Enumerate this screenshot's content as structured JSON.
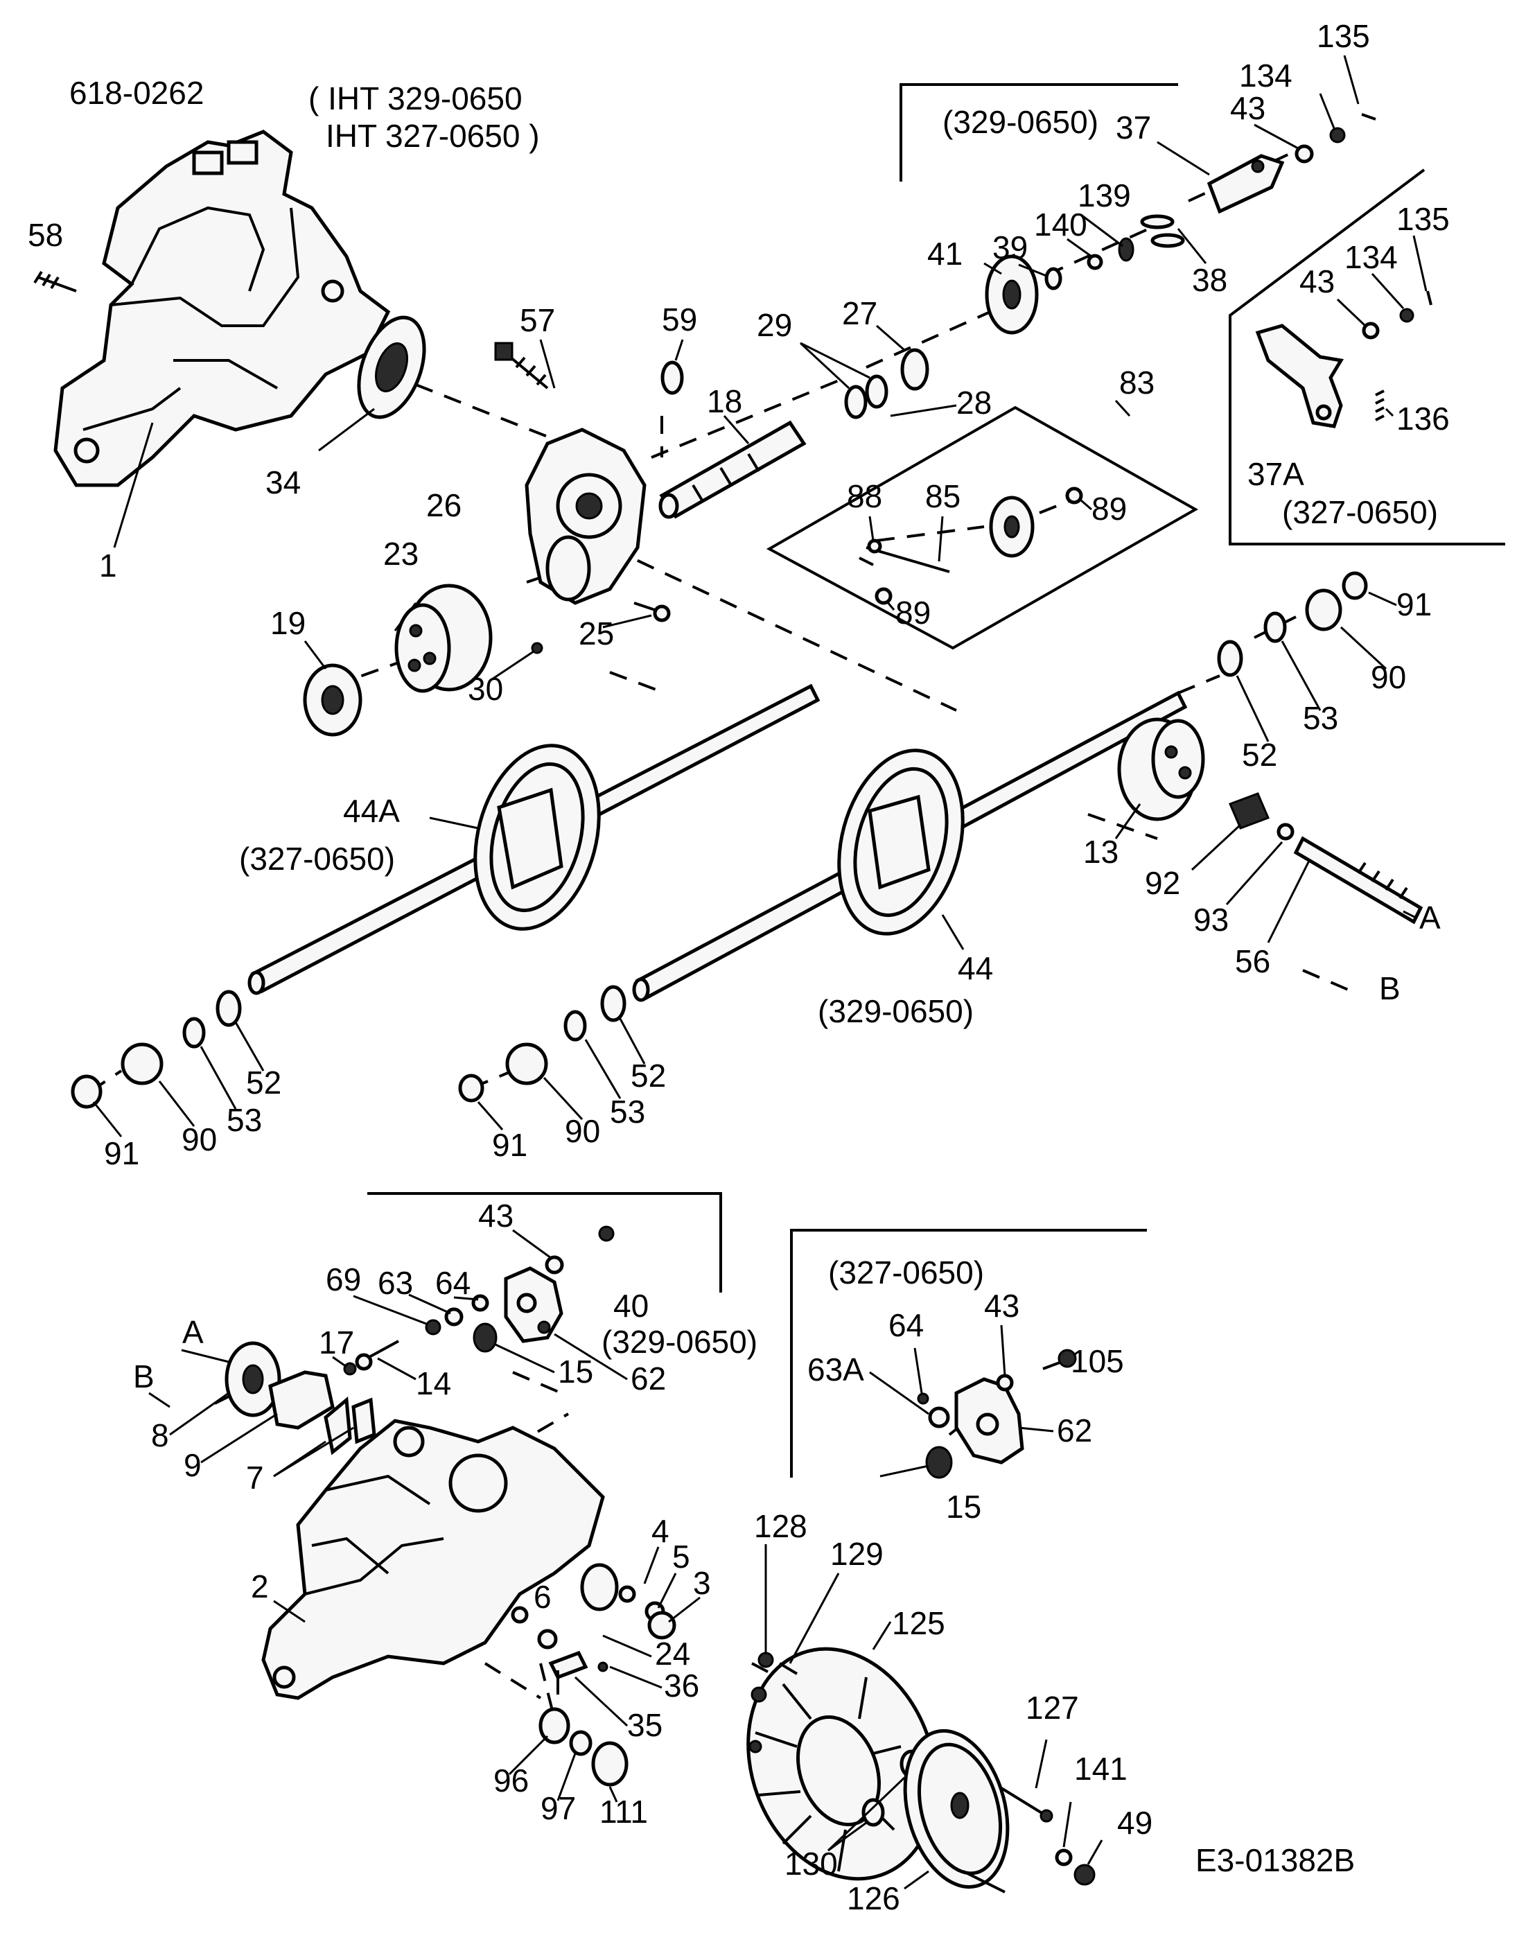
{
  "header": {
    "model": "618-0262",
    "variants": [
      "( IHT 329-0650",
      "IHT 327-0650 )"
    ],
    "figure_code": "E3-01382B"
  },
  "variant_labels": {
    "top_box": "(329-0650)",
    "right_box": "(327-0650)",
    "axle_a": "(327-0650)",
    "axle_b": "(329-0650)",
    "lower_box": "(329-0650)",
    "lower_right_box": "(327-0650)"
  },
  "parts": [
    {
      "id": "p618",
      "label": "1"
    },
    {
      "id": "p2",
      "label": "2"
    },
    {
      "id": "p3",
      "label": "3"
    },
    {
      "id": "p4",
      "label": "4"
    },
    {
      "id": "p5",
      "label": "5"
    },
    {
      "id": "p6",
      "label": "6"
    },
    {
      "id": "p7",
      "label": "7"
    },
    {
      "id": "p8",
      "label": "8"
    },
    {
      "id": "p9",
      "label": "9"
    },
    {
      "id": "p13",
      "label": "13"
    },
    {
      "id": "p14",
      "label": "14"
    },
    {
      "id": "p15a",
      "label": "15"
    },
    {
      "id": "p15b",
      "label": "15"
    },
    {
      "id": "p17",
      "label": "17"
    },
    {
      "id": "p18",
      "label": "18"
    },
    {
      "id": "p19",
      "label": "19"
    },
    {
      "id": "p23",
      "label": "23"
    },
    {
      "id": "p24",
      "label": "24"
    },
    {
      "id": "p25",
      "label": "25"
    },
    {
      "id": "p26",
      "label": "26"
    },
    {
      "id": "p27",
      "label": "27"
    },
    {
      "id": "p28",
      "label": "28"
    },
    {
      "id": "p29",
      "label": "29"
    },
    {
      "id": "p30",
      "label": "30"
    },
    {
      "id": "p34",
      "label": "34"
    },
    {
      "id": "p35",
      "label": "35"
    },
    {
      "id": "p36",
      "label": "36"
    },
    {
      "id": "p37",
      "label": "37"
    },
    {
      "id": "p37a",
      "label": "37A"
    },
    {
      "id": "p38",
      "label": "38"
    },
    {
      "id": "p39",
      "label": "39"
    },
    {
      "id": "p40",
      "label": "40"
    },
    {
      "id": "p41",
      "label": "41"
    },
    {
      "id": "p43a",
      "label": "43"
    },
    {
      "id": "p43b",
      "label": "43"
    },
    {
      "id": "p43c",
      "label": "43"
    },
    {
      "id": "p43d",
      "label": "43"
    },
    {
      "id": "p44",
      "label": "44"
    },
    {
      "id": "p44a",
      "label": "44A"
    },
    {
      "id": "p49",
      "label": "49"
    },
    {
      "id": "p52a",
      "label": "52"
    },
    {
      "id": "p52b",
      "label": "52"
    },
    {
      "id": "p52c",
      "label": "52"
    },
    {
      "id": "p53a",
      "label": "53"
    },
    {
      "id": "p53b",
      "label": "53"
    },
    {
      "id": "p53c",
      "label": "53"
    },
    {
      "id": "p56",
      "label": "56"
    },
    {
      "id": "p57",
      "label": "57"
    },
    {
      "id": "p58",
      "label": "58"
    },
    {
      "id": "p59",
      "label": "59"
    },
    {
      "id": "p62a",
      "label": "62"
    },
    {
      "id": "p62b",
      "label": "62"
    },
    {
      "id": "p63",
      "label": "63"
    },
    {
      "id": "p63a",
      "label": "63A"
    },
    {
      "id": "p64a",
      "label": "64"
    },
    {
      "id": "p64b",
      "label": "64"
    },
    {
      "id": "p69",
      "label": "69"
    },
    {
      "id": "p83",
      "label": "83"
    },
    {
      "id": "p85",
      "label": "85"
    },
    {
      "id": "p88",
      "label": "88"
    },
    {
      "id": "p89a",
      "label": "89"
    },
    {
      "id": "p89b",
      "label": "89"
    },
    {
      "id": "p90a",
      "label": "90"
    },
    {
      "id": "p90b",
      "label": "90"
    },
    {
      "id": "p90c",
      "label": "90"
    },
    {
      "id": "p91a",
      "label": "91"
    },
    {
      "id": "p91b",
      "label": "91"
    },
    {
      "id": "p91c",
      "label": "91"
    },
    {
      "id": "p92",
      "label": "92"
    },
    {
      "id": "p93",
      "label": "93"
    },
    {
      "id": "p96",
      "label": "96"
    },
    {
      "id": "p97",
      "label": "97"
    },
    {
      "id": "p105",
      "label": "105"
    },
    {
      "id": "p111",
      "label": "111"
    },
    {
      "id": "p125",
      "label": "125"
    },
    {
      "id": "p126",
      "label": "126"
    },
    {
      "id": "p127",
      "label": "127"
    },
    {
      "id": "p128",
      "label": "128"
    },
    {
      "id": "p129",
      "label": "129"
    },
    {
      "id": "p130",
      "label": "130"
    },
    {
      "id": "p134a",
      "label": "134"
    },
    {
      "id": "p134b",
      "label": "134"
    },
    {
      "id": "p135a",
      "label": "135"
    },
    {
      "id": "p135b",
      "label": "135"
    },
    {
      "id": "p136",
      "label": "136"
    },
    {
      "id": "p139",
      "label": "139"
    },
    {
      "id": "p140",
      "label": "140"
    },
    {
      "id": "p141",
      "label": "141"
    }
  ],
  "refs": {
    "A_top": "A",
    "B_top": "B",
    "A_low": "A",
    "B_low": "B"
  }
}
